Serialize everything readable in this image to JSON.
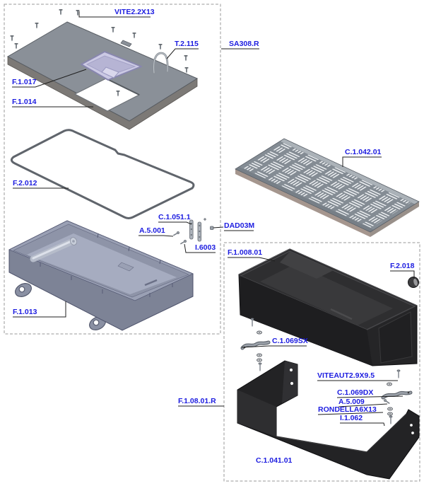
{
  "diagram_type": "exploded-parts-diagram",
  "labels": {
    "vite2_2x13": "VITE2.2X13",
    "t2_115": "T.2.115",
    "sa308_r": "SA308.R",
    "f1_017": "F.1.017",
    "f1_014": "F.1.014",
    "f2_012": "F.2.012",
    "c1_042_01": "C.1.042.01",
    "c1_051_1": "C.1.051.1",
    "a5_001": "A.5.001",
    "dad03m": "DAD03M",
    "i6003": "I.6003",
    "f1_008_01": "F.1.008.01",
    "f2_018": "F.2.018",
    "f1_013": "F.1.013",
    "c1_069sx": "C.1.069SX",
    "viteaut2_9x9_5": "VITEAUT2.9X9.5",
    "c1_069dx": "C.1.069DX",
    "a5_009": "A.5.009",
    "rondella6x13": "RONDELLA6X13",
    "i1_062": "I.1.062",
    "f1_08_01_r": "F.1.08.01.R",
    "c1_041_01": "C.1.041.01"
  },
  "colors": {
    "background": "#ffffff",
    "label_text": "#1c1ce0",
    "leader_line": "#1f1f1f",
    "dashed_box": "#9a9a9a",
    "lid_gray": "#8a9098",
    "inner_tray_lavender": "#cbc9e4",
    "gasket_gray": "#60656c",
    "grille_gray": "#848c94",
    "tray_blue_gray": "#9aa0b4",
    "dark_tray": "#252527",
    "bracket_black": "#232325"
  }
}
